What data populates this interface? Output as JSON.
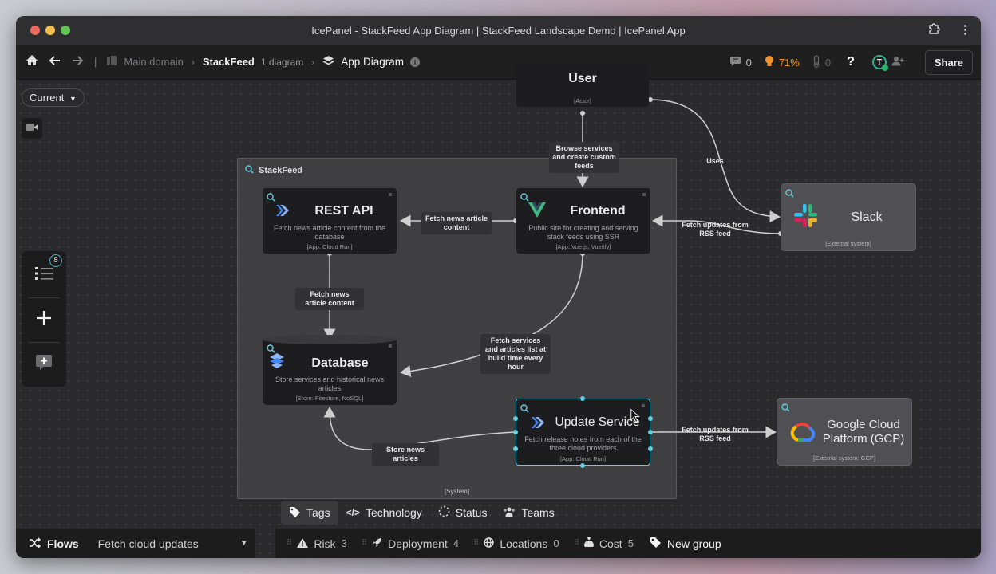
{
  "window": {
    "title": "IcePanel - StackFeed App Diagram | StackFeed Landscape Demo | IcePanel App",
    "traffic_colors": [
      "#ed6a5e",
      "#f5bf4f",
      "#62c554"
    ]
  },
  "toolbar": {
    "breadcrumb": {
      "domain": "Main domain",
      "system": "StackFeed",
      "system_sub": "1 diagram",
      "diagram": "App Diagram"
    },
    "comments_count": "0",
    "insights_percent": "71%",
    "drafts_count": "0",
    "help_label": "?",
    "avatar_initial": "T",
    "share_label": "Share",
    "accent_color": "#f0932b"
  },
  "canvas": {
    "version_selector": "Current",
    "side_panel": {
      "badge_count": "8"
    },
    "system_group": {
      "name": "StackFeed",
      "type": "[System]"
    },
    "nodes": {
      "user": {
        "name": "User",
        "type": "[Actor]"
      },
      "rest_api": {
        "name": "REST API",
        "desc": "Fetch news article content from the database",
        "type": "[App: Cloud Run]"
      },
      "frontend": {
        "name": "Frontend",
        "desc": "Public site for creating and serving stack feeds using SSR",
        "type": "[App: Vue.js, Vuetify]"
      },
      "slack": {
        "name": "Slack",
        "type": "[External system]"
      },
      "database": {
        "name": "Database",
        "desc": "Store services and historical news articles",
        "type": "[Store: Firestore, NoSQL]"
      },
      "update_service": {
        "name": "Update Service",
        "desc": "Fetch release notes from each of the three cloud providers",
        "type": "[App: Cloud Run]"
      },
      "gcp": {
        "name": "Google Cloud Platform (GCP)",
        "type": "[External system: GCP]"
      }
    },
    "edges": {
      "user_frontend": "Browse services and create custom feeds",
      "user_slack": "Uses",
      "frontend_rest": "Fetch news article content",
      "slack_frontend": "Fetch updates from RSS feed",
      "rest_database": "Fetch news article content",
      "frontend_database": "Fetch services and articles list at build time every hour",
      "update_database": "Store news articles",
      "update_gcp": "Fetch updates from RSS feed"
    }
  },
  "bottom_tabs": [
    {
      "label": "Tags",
      "icon": "tag-icon",
      "active": true
    },
    {
      "label": "Technology",
      "icon": "code-icon"
    },
    {
      "label": "Status",
      "icon": "status-icon"
    },
    {
      "label": "Teams",
      "icon": "teams-icon"
    }
  ],
  "flows": {
    "label": "Flows",
    "selected": "Fetch cloud updates"
  },
  "tag_groups": [
    {
      "label": "Risk",
      "count": "3",
      "icon": "warning-icon"
    },
    {
      "label": "Deployment",
      "count": "4",
      "icon": "rocket-icon"
    },
    {
      "label": "Locations",
      "count": "0",
      "icon": "globe-icon"
    },
    {
      "label": "Cost",
      "count": "5",
      "icon": "money-bag-icon"
    }
  ],
  "new_group_label": "New group"
}
